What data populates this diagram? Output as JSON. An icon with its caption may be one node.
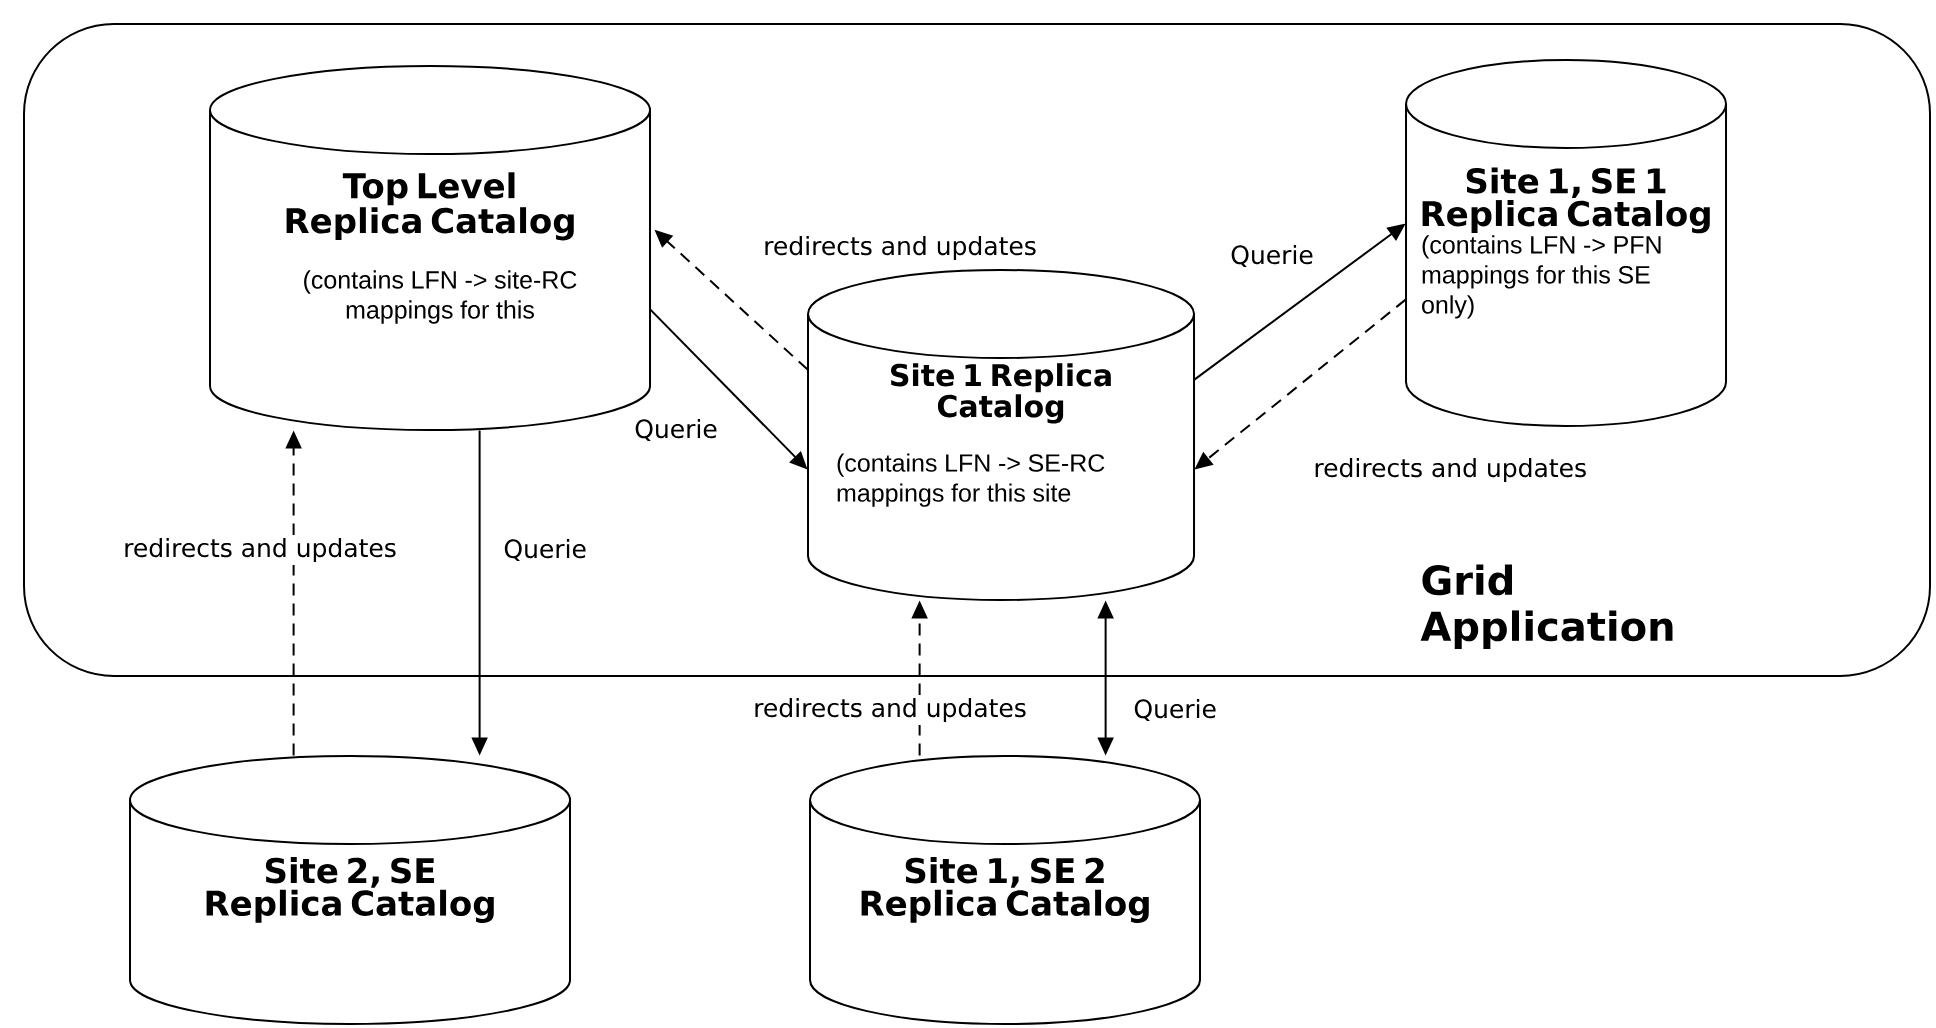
{
  "diagram": {
    "nodes": [
      {
        "text": [
          "Grid Application"
        ]
      },
      {
        "text": [
          "Top Level Replica Catalog",
          "(contains LFN -> site-RC mappings for this"
        ],
        "in": 0
      },
      {
        "text": [
          "Site 1 Replica Catalog",
          "(contains LFN -> SE-RC mappings for this site"
        ],
        "in": 0
      },
      {
        "text": [
          "Site 1, SE 1 Replica Catalog",
          "(contains LFN -> PFN mappings for this SE only)"
        ],
        "in": 0
      },
      {
        "text": [
          "Site 2, SE Replica Catalog"
        ]
      },
      {
        "text": [
          "Site 1, SE 2 Replica Catalog"
        ]
      }
    ],
    "edges": [
      {
        "from": 1,
        "to": 2,
        "arrow": "to",
        "label": "Querie"
      },
      {
        "from": 2,
        "to": 1,
        "arrow": "to",
        "label": "redirects and updates",
        "style": "dashed"
      },
      {
        "from": 2,
        "to": 3,
        "arrow": "to",
        "label": "Querie"
      },
      {
        "from": 3,
        "to": 2,
        "arrow": "to",
        "label": "redirects and updates",
        "style": "dashed"
      },
      {
        "from": 1,
        "to": 4,
        "arrow": "to",
        "label": "Querie"
      },
      {
        "from": 4,
        "to": 1,
        "arrow": "to",
        "label": "redirects and updates",
        "style": "dashed"
      },
      {
        "from": 5,
        "to": 2,
        "arrow": "to",
        "label": "redirects and updates",
        "style": "dashed"
      },
      {
        "from": 2,
        "to": 5,
        "arrow": "both",
        "label": "Querie"
      }
    ]
  }
}
